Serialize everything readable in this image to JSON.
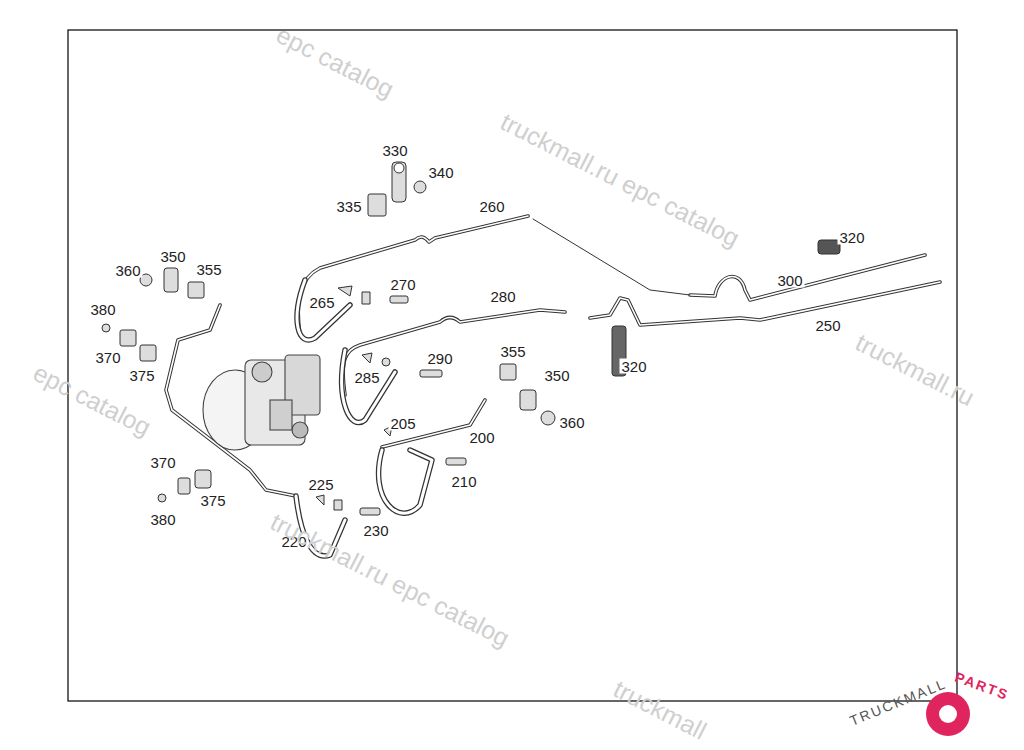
{
  "diagram": {
    "labels": [
      "330",
      "340",
      "335",
      "260",
      "320",
      "360",
      "350",
      "355",
      "380",
      "370",
      "375",
      "265",
      "270",
      "280",
      "300",
      "250",
      "290",
      "285",
      "355",
      "350",
      "320",
      "360",
      "205",
      "200",
      "210",
      "370",
      "375",
      "380",
      "225",
      "220",
      "230",
      "epc catalog",
      "truckmall.ru epc catalog",
      "truckmall.ru",
      "epc catalog",
      "truckmall.ru epc catalog",
      "truckmall",
      "TRUCKMALL",
      "PARTS"
    ]
  }
}
